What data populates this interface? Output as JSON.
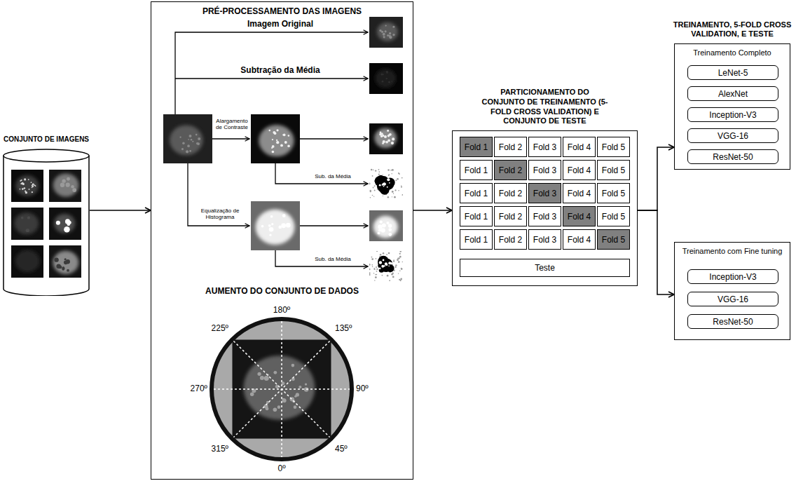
{
  "diagram": {
    "nodes": [
      {
        "text": [
          "CONJUNTO DE IMAGENS"
        ]
      },
      {
        "text": [
          "PRÉ-PROCESSAMENTO DAS IMAGENS",
          "AUMENTO DO CONJUNTO DE DADOS"
        ]
      },
      {
        "text": [
          "PARTICIONAMENTO DO CONJUNTO DE TREINAMENTO (5-FOLD CROSS VALIDATION) E CONJUNTO DE TESTE"
        ]
      },
      {
        "text": [
          "Fold 1"
        ],
        "in": 2
      },
      {
        "text": [
          "Fold 2"
        ],
        "in": 2
      },
      {
        "text": [
          "Fold 3"
        ],
        "in": 2
      },
      {
        "text": [
          "Fold 4"
        ],
        "in": 2
      },
      {
        "text": [
          "Fold 5"
        ],
        "in": 2
      },
      {
        "text": [
          "Fold 1"
        ],
        "in": 2
      },
      {
        "text": [
          "Fold 2"
        ],
        "in": 2
      },
      {
        "text": [
          "Fold 3"
        ],
        "in": 2
      },
      {
        "text": [
          "Fold 4"
        ],
        "in": 2
      },
      {
        "text": [
          "Fold 5"
        ],
        "in": 2
      },
      {
        "text": [
          "Fold 1"
        ],
        "in": 2
      },
      {
        "text": [
          "Fold 2"
        ],
        "in": 2
      },
      {
        "text": [
          "Fold 3"
        ],
        "in": 2
      },
      {
        "text": [
          "Fold 4"
        ],
        "in": 2
      },
      {
        "text": [
          "Fold 5"
        ],
        "in": 2
      },
      {
        "text": [
          "Fold 1"
        ],
        "in": 2
      },
      {
        "text": [
          "Fold 2"
        ],
        "in": 2
      },
      {
        "text": [
          "Fold 3"
        ],
        "in": 2
      },
      {
        "text": [
          "Fold 4"
        ],
        "in": 2
      },
      {
        "text": [
          "Fold 5"
        ],
        "in": 2
      },
      {
        "text": [
          "Fold 1"
        ],
        "in": 2
      },
      {
        "text": [
          "Fold 2"
        ],
        "in": 2
      },
      {
        "text": [
          "Fold 3"
        ],
        "in": 2
      },
      {
        "text": [
          "Fold 4"
        ],
        "in": 2
      },
      {
        "text": [
          "Fold 5"
        ],
        "in": 2
      },
      {
        "text": [
          "Teste"
        ],
        "in": 2
      },
      {
        "text": [
          "TREINAMENTO, 5-FOLD CROSS VALIDATION, E TESTE",
          "Treinamento Completo"
        ]
      },
      {
        "text": [
          "LeNet-5"
        ],
        "in": 29
      },
      {
        "text": [
          "AlexNet"
        ],
        "in": 29
      },
      {
        "text": [
          "Inception-V3"
        ],
        "in": 29
      },
      {
        "text": [
          "VGG-16"
        ],
        "in": 29
      },
      {
        "text": [
          "ResNet-50"
        ],
        "in": 29
      },
      {
        "text": [
          "Treinamento com Fine tuning"
        ]
      },
      {
        "text": [
          "Inception-V3"
        ],
        "in": 35
      },
      {
        "text": [
          "VGG-16"
        ],
        "in": 35
      },
      {
        "text": [
          "ResNet-50"
        ],
        "in": 35
      }
    ],
    "edges": [
      {
        "from": 0,
        "to": 1,
        "arrow": "to"
      },
      {
        "from": 1,
        "to": 2,
        "arrow": "to"
      },
      {
        "from": 2,
        "to": 29,
        "arrow": "to"
      },
      {
        "from": 2,
        "to": 35,
        "arrow": "to"
      }
    ],
    "labels": [
      "Imagem Original",
      "Subtração da Média",
      "Alargamento de Contraste",
      "Sub. da Média",
      "Equalização de Histograma",
      "Sub. da Média",
      "180º",
      "135º",
      "90º",
      "45º",
      "0º",
      "315º",
      "270º",
      "225º"
    ]
  }
}
